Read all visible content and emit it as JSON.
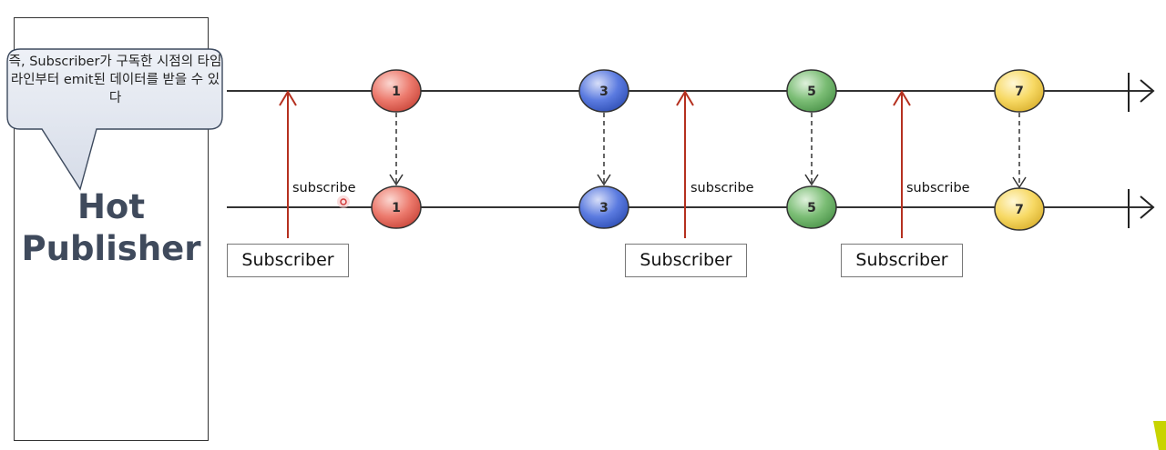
{
  "publisher": {
    "title": "Hot\nPublisher"
  },
  "callout": {
    "text": "즉, Subscriber가  구독한 시점의 타임라인부터 emit된 데이터를 받을 수 있다"
  },
  "timelines": {
    "publisher_items": [
      "1",
      "3",
      "5",
      "7"
    ],
    "subscriber_items": [
      "1",
      "3",
      "5",
      "7"
    ],
    "item_colors": [
      "#e86a5c",
      "#4f6fd6",
      "#6fb36a",
      "#f6d35a"
    ]
  },
  "subscribe_label": "subscribe",
  "subscribers": [
    {
      "label": "Subscriber"
    },
    {
      "label": "Subscriber"
    },
    {
      "label": "Subscriber"
    }
  ],
  "colors": {
    "subscribe_arrow": "#b5301f",
    "timeline": "#333333",
    "accent_corner": "#c8d400"
  }
}
